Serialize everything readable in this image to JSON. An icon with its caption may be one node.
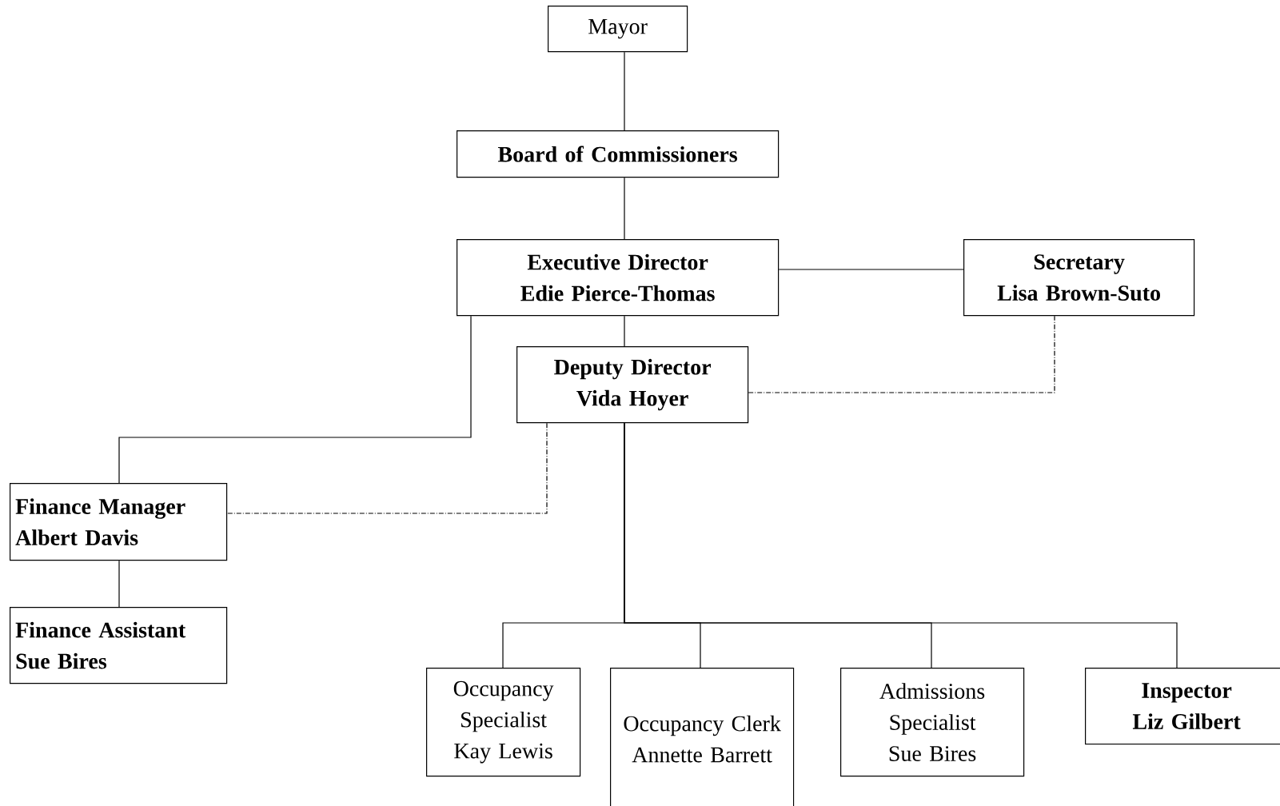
{
  "diagram": {
    "nodes": [
      {
        "text": [
          "Mayor"
        ]
      },
      {
        "text": [
          "Board of Commissioners"
        ]
      },
      {
        "text": [
          "Executive Director",
          "Edie Pierce-Thomas"
        ]
      },
      {
        "text": [
          "Secretary",
          "Lisa Brown-Suto"
        ]
      },
      {
        "text": [
          "Deputy Director",
          "Vida Hoyer"
        ]
      },
      {
        "text": [
          "Finance Manager",
          "Albert Davis"
        ]
      },
      {
        "text": [
          "Finance Assistant",
          "Sue Bires"
        ]
      },
      {
        "text": [
          "Occupancy Specialist",
          "Kay Lewis"
        ]
      },
      {
        "text": [
          "Occupancy Clerk",
          "Annette Barrett"
        ]
      },
      {
        "text": [
          "Admissions Specialist",
          "Sue Bires"
        ]
      },
      {
        "text": [
          "Inspector",
          "Liz Gilbert"
        ]
      }
    ],
    "edges": [
      {
        "from": 0,
        "to": 1,
        "arrow": "none"
      },
      {
        "from": 1,
        "to": 2,
        "arrow": "none"
      },
      {
        "from": 2,
        "to": 3,
        "arrow": "none"
      },
      {
        "from": 2,
        "to": 4,
        "arrow": "none"
      },
      {
        "from": 2,
        "to": 5,
        "arrow": "none"
      },
      {
        "from": 4,
        "to": 3,
        "arrow": "none",
        "style": "dashed"
      },
      {
        "from": 4,
        "to": 5,
        "arrow": "none",
        "style": "dashed"
      },
      {
        "from": 5,
        "to": 6,
        "arrow": "none"
      },
      {
        "from": 4,
        "to": 7,
        "arrow": "none"
      },
      {
        "from": 4,
        "to": 8,
        "arrow": "none"
      },
      {
        "from": 4,
        "to": 9,
        "arrow": "none"
      },
      {
        "from": 4,
        "to": 10,
        "arrow": "none"
      }
    ]
  }
}
